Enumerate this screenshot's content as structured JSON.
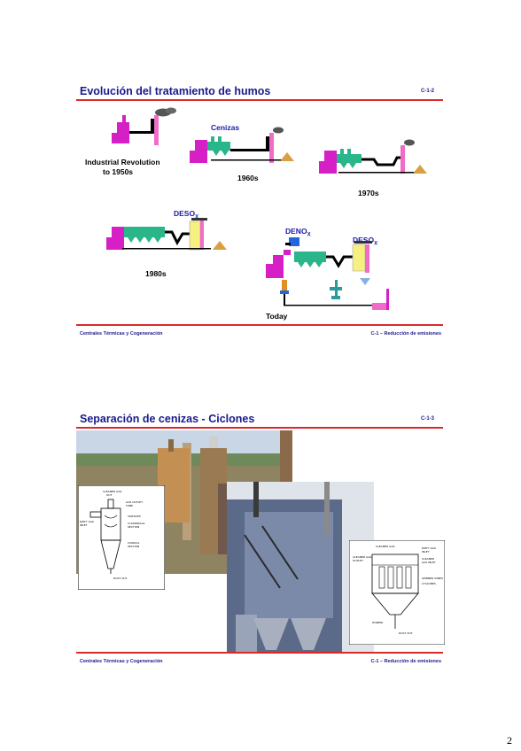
{
  "slide1": {
    "title": "Evolución del tratamiento de humos",
    "code": "C-1-2",
    "labels": {
      "ind_line1": "Industrial Revolution",
      "ind_line2": "to 1950s",
      "cenizas": "Cenizas",
      "y1960": "1960s",
      "y1970": "1970s",
      "deso": "DESO",
      "deso_sub": "X",
      "y1980": "1980s",
      "deno": "DENO",
      "deno_sub": "X",
      "deso2": "DESO",
      "deso2_sub": "X",
      "today": "Today"
    },
    "footer_left": "Centrales Térmicas y Cogeneración",
    "footer_right": "C-1  –  Reducción de emisiones"
  },
  "slide2": {
    "title": "Separación de cenizas - Ciclones",
    "code": "C-1-3",
    "footer_left": "Centrales Térmicas y Cogeneración",
    "footer_right": "C-1  –  Reducción de emisiones"
  },
  "page_number": "2",
  "colors": {
    "title": "#1a1a8c",
    "rule": "#d92a2a",
    "boiler": "#d61fc4",
    "filter": "#2ab58a",
    "pile": "#d8a040"
  }
}
